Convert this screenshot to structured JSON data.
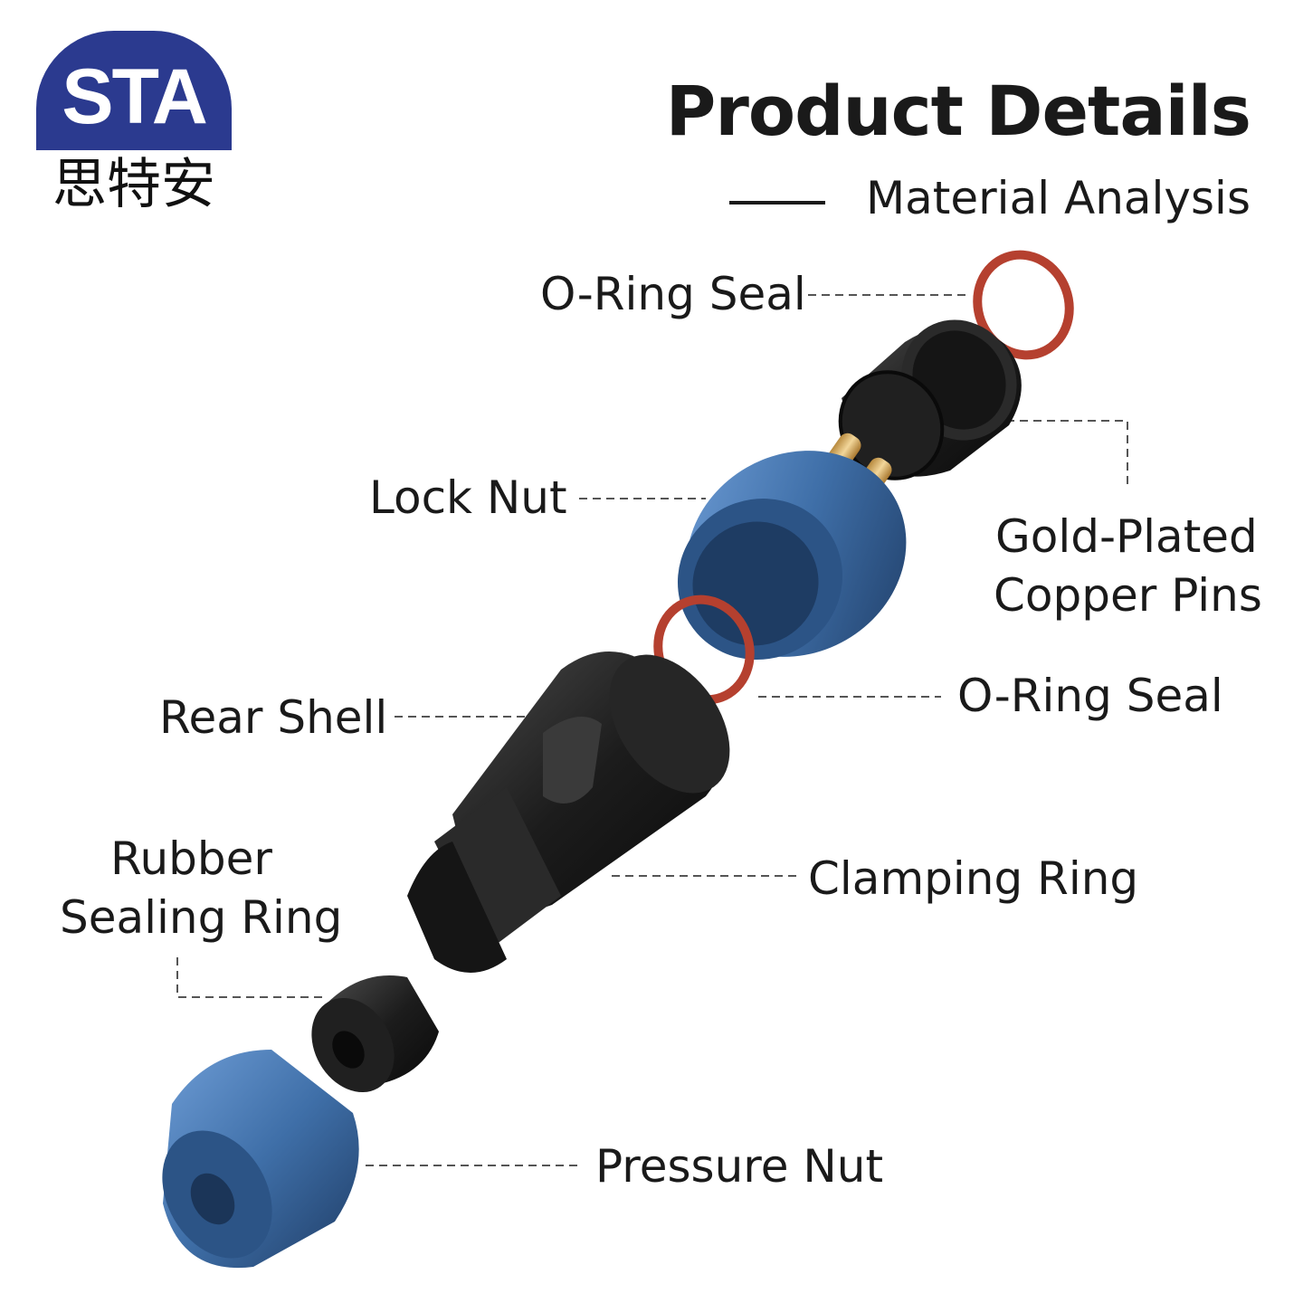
{
  "brand": {
    "logo_text": "STA",
    "logo_chinese": "思特安"
  },
  "header": {
    "title": "Product Details",
    "subtitle": "Material Analysis"
  },
  "parts": {
    "o_ring_seal_top": "O-Ring Seal",
    "lock_nut": "Lock Nut",
    "gold_pins_line1": "Gold-Plated",
    "gold_pins_line2": "Copper Pins",
    "o_ring_seal_mid": "O-Ring Seal",
    "rear_shell": "Rear Shell",
    "rubber_ring_line1": "Rubber",
    "rubber_ring_line2": "Sealing Ring",
    "clamping_ring": "Clamping Ring",
    "pressure_nut": "Pressure Nut"
  },
  "colors": {
    "brand_blue": "#2b3a8f",
    "nut_blue": "#3f6fa8",
    "o_ring_red": "#b5402f",
    "body_black": "#1c1c1c",
    "pin_gold": "#d9b36a"
  }
}
